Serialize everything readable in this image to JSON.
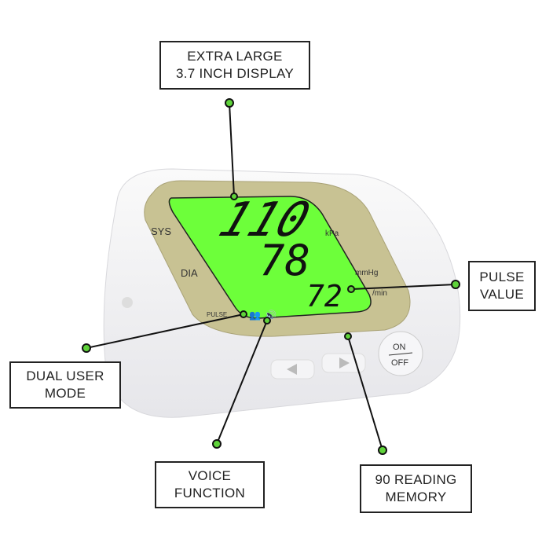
{
  "callouts": {
    "display": {
      "line1": "EXTRA LARGE",
      "line2": "3.7 INCH DISPLAY"
    },
    "pulse": {
      "line1": "PULSE",
      "line2": "VALUE"
    },
    "dual_user": {
      "line1": "DUAL USER",
      "line2": "MODE"
    },
    "voice": {
      "line1": "VOICE",
      "line2": "FUNCTION"
    },
    "memory": {
      "line1": "90 READING",
      "line2": "MEMORY"
    }
  },
  "device": {
    "sys_label": "SYS",
    "dia_label": "DIA",
    "pulse_label": "PULSE",
    "unit_kpa": "kPa",
    "unit_mmhg": "mmHg",
    "unit_min": "/min",
    "systolic": "110",
    "diastolic": "78",
    "pulse": "72",
    "on_label": "ON",
    "off_label": "OFF"
  },
  "colors": {
    "screen": "#6dff3a",
    "bezel": "#c8c293",
    "dot": "#5fd33a"
  }
}
